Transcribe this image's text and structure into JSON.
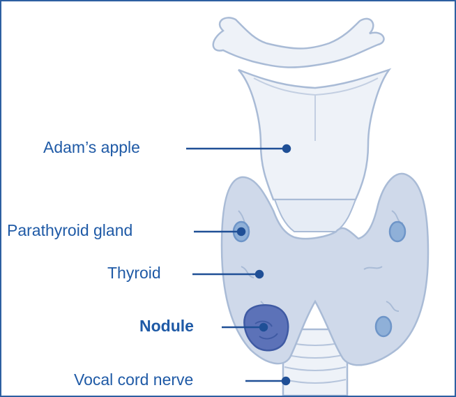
{
  "labels": {
    "adams_apple": "Adam’s apple",
    "parathyroid_gland": "Parathyroid gland",
    "thyroid": "Thyroid",
    "nodule": "Nodule",
    "vocal_cord_nerve": "Vocal cord nerve"
  },
  "colors": {
    "frame": "#2d5fa1",
    "label": "#1f5aa6",
    "leader": "#1f4f96",
    "outline": "#a9bbd6",
    "cartilage": "#eef2f8",
    "thyroid_fill": "#cfd9ea",
    "parathyroid": "#8fb0d8",
    "nodule": "#5c72b8"
  }
}
